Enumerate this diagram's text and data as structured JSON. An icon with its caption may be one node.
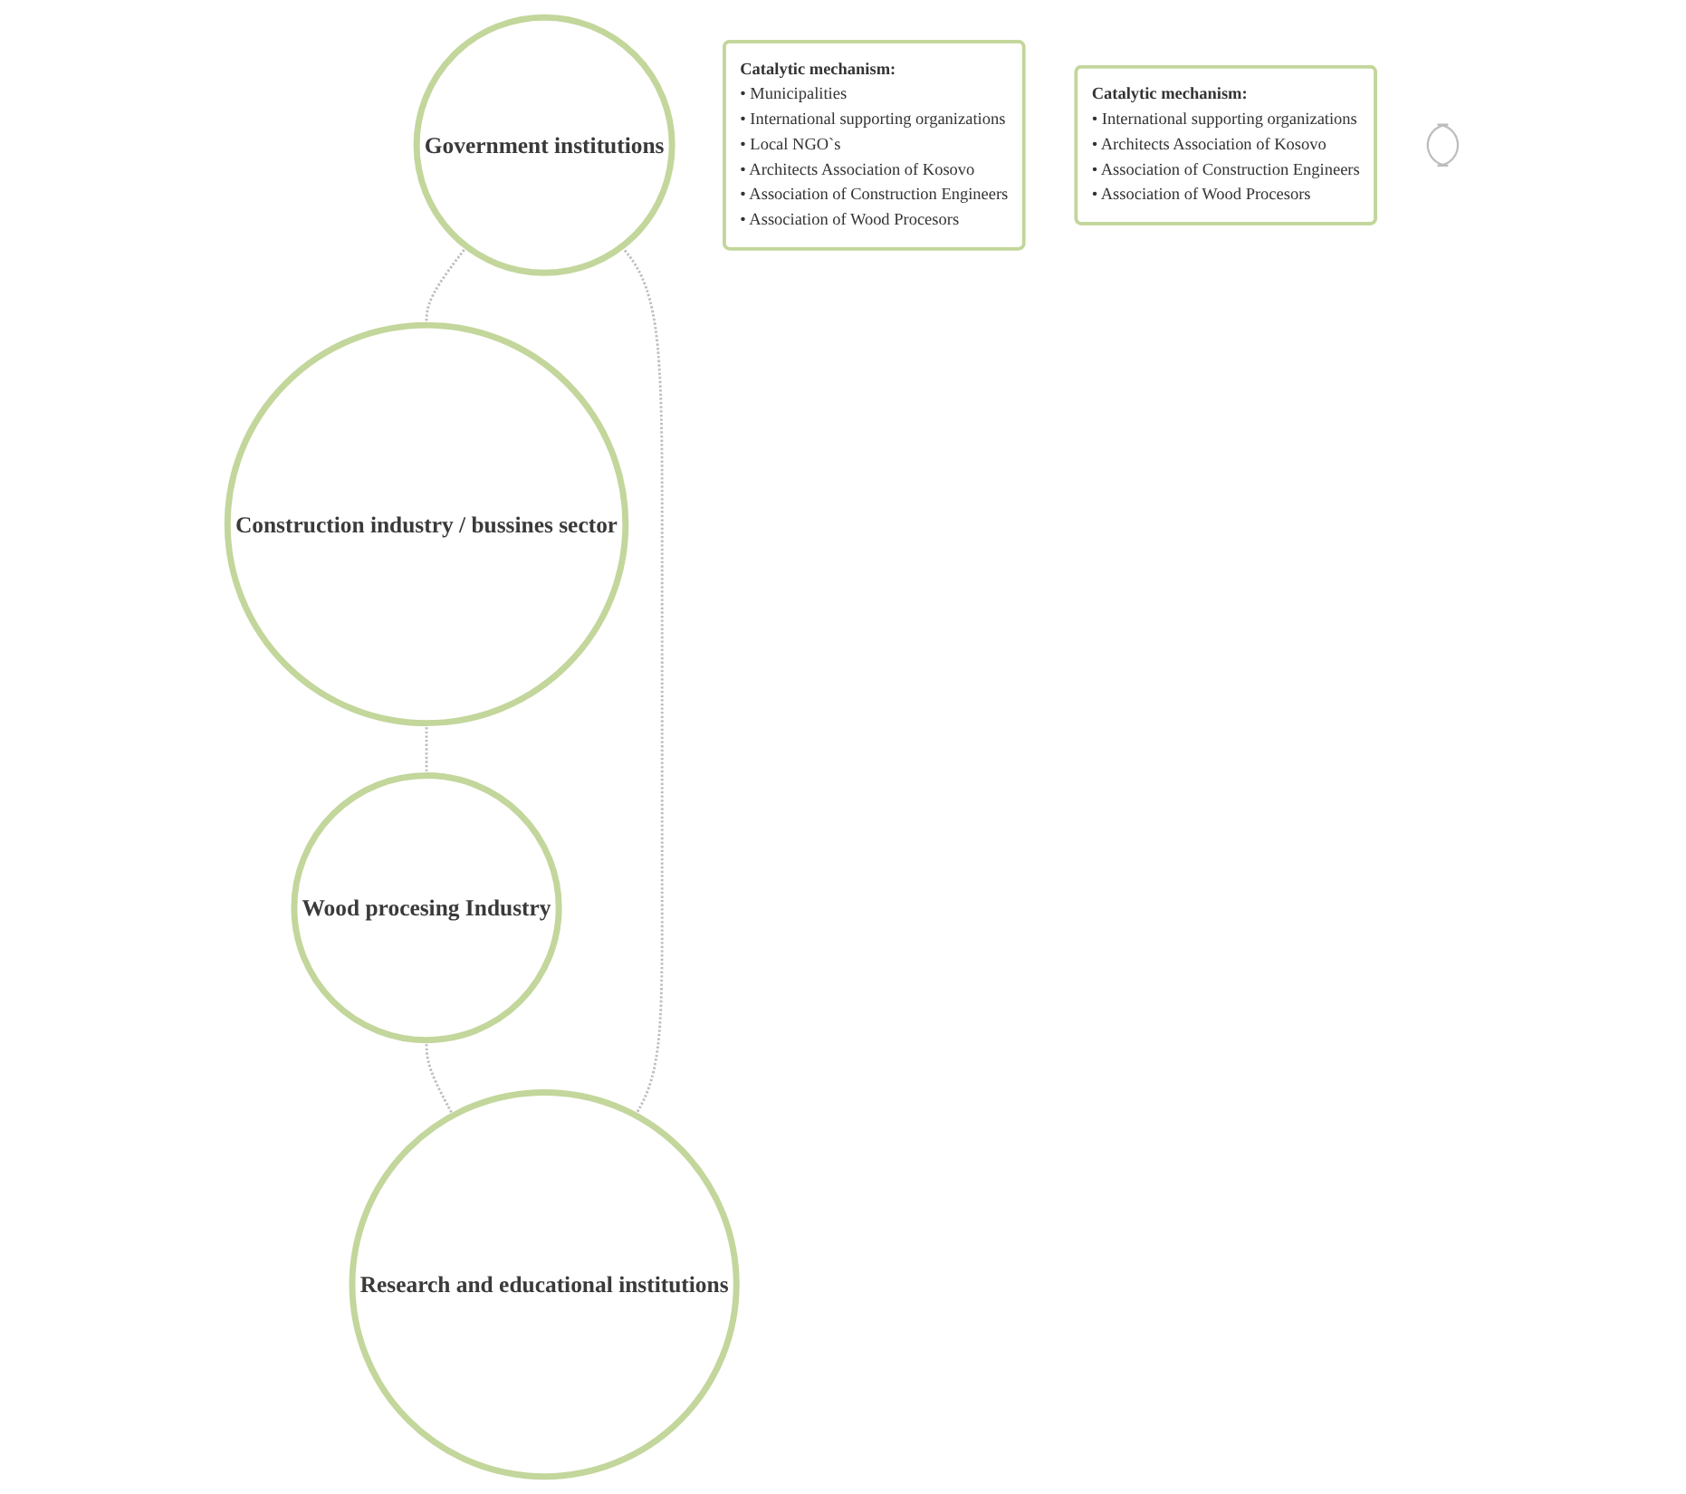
{
  "diagram": {
    "nodes": [
      {
        "text": [
          "Government institutions"
        ]
      },
      {
        "text": [
          "Catalytic mechanism:",
          "• Municipalities",
          "• International supporting organizations",
          "• Local NGO`s",
          "• Architects Association of Kosovo",
          "• Association of Construction Engineers",
          "• Association of Wood Procesors"
        ]
      },
      {
        "text": [
          "Construction industry / bussines sector"
        ]
      },
      {
        "text": [
          "Research and educational institutions"
        ]
      },
      {
        "text": [
          "Wood procesing Industry"
        ]
      },
      {
        "text": [
          "Catalytic mechanism:",
          "• International supporting organizations",
          "• Architects Association of Kosovo",
          "• Association of Construction Engineers",
          "• Association of Wood Procesors"
        ]
      },
      {
        "text": [],
        "shape": "ellipse"
      }
    ],
    "edges": [
      {
        "from": 0,
        "to": 2,
        "arrow": "none",
        "style": "dashed"
      },
      {
        "from": 2,
        "to": 4,
        "arrow": "none",
        "style": "dashed"
      },
      {
        "from": 4,
        "to": 3,
        "arrow": "none",
        "style": "dashed"
      },
      {
        "from": 3,
        "to": 0,
        "arrow": "none",
        "style": "dashed"
      }
    ]
  }
}
